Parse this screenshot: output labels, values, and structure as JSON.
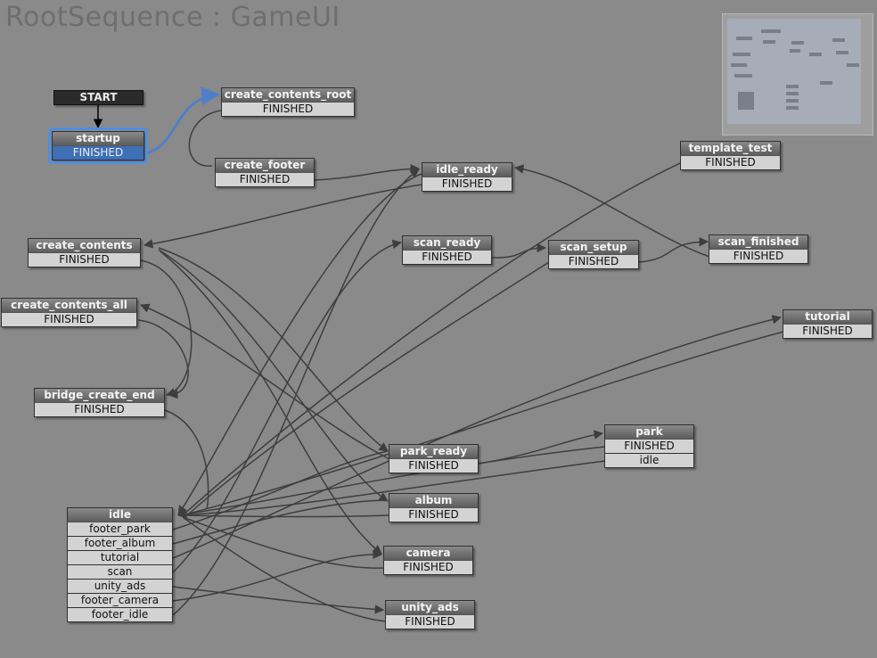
{
  "title": "RootSequence : GameUI",
  "colors": {
    "canvas": "#8a8a8a",
    "selected": "#4f8fe0",
    "wire": "#3e3e3e"
  },
  "start_label": "START",
  "nodes": {
    "startup": {
      "name": "startup",
      "events": [
        "FINISHED"
      ]
    },
    "create_contents_root": {
      "name": "create_contents_root",
      "events": [
        "FINISHED"
      ]
    },
    "create_footer": {
      "name": "create_footer",
      "events": [
        "FINISHED"
      ]
    },
    "idle_ready": {
      "name": "idle_ready",
      "events": [
        "FINISHED"
      ]
    },
    "template_test": {
      "name": "template_test",
      "events": [
        "FINISHED"
      ]
    },
    "create_contents": {
      "name": "create_contents",
      "events": [
        "FINISHED"
      ]
    },
    "scan_ready": {
      "name": "scan_ready",
      "events": [
        "FINISHED"
      ]
    },
    "scan_setup": {
      "name": "scan_setup",
      "events": [
        "FINISHED"
      ]
    },
    "scan_finished": {
      "name": "scan_finished",
      "events": [
        "FINISHED"
      ]
    },
    "create_contents_all": {
      "name": "create_contents_all",
      "events": [
        "FINISHED"
      ]
    },
    "tutorial": {
      "name": "tutorial",
      "events": [
        "FINISHED"
      ]
    },
    "bridge_create_end": {
      "name": "bridge_create_end",
      "events": [
        "FINISHED"
      ]
    },
    "park": {
      "name": "park",
      "events": [
        "FINISHED",
        "idle"
      ]
    },
    "park_ready": {
      "name": "park_ready",
      "events": [
        "FINISHED"
      ]
    },
    "album": {
      "name": "album",
      "events": [
        "FINISHED"
      ]
    },
    "idle": {
      "name": "idle",
      "events": [
        "footer_park",
        "footer_album",
        "tutorial",
        "scan",
        "unity_ads",
        "footer_camera",
        "footer_idle"
      ]
    },
    "camera": {
      "name": "camera",
      "events": [
        "FINISHED"
      ]
    },
    "unity_ads": {
      "name": "unity_ads",
      "events": [
        "FINISHED"
      ]
    }
  }
}
